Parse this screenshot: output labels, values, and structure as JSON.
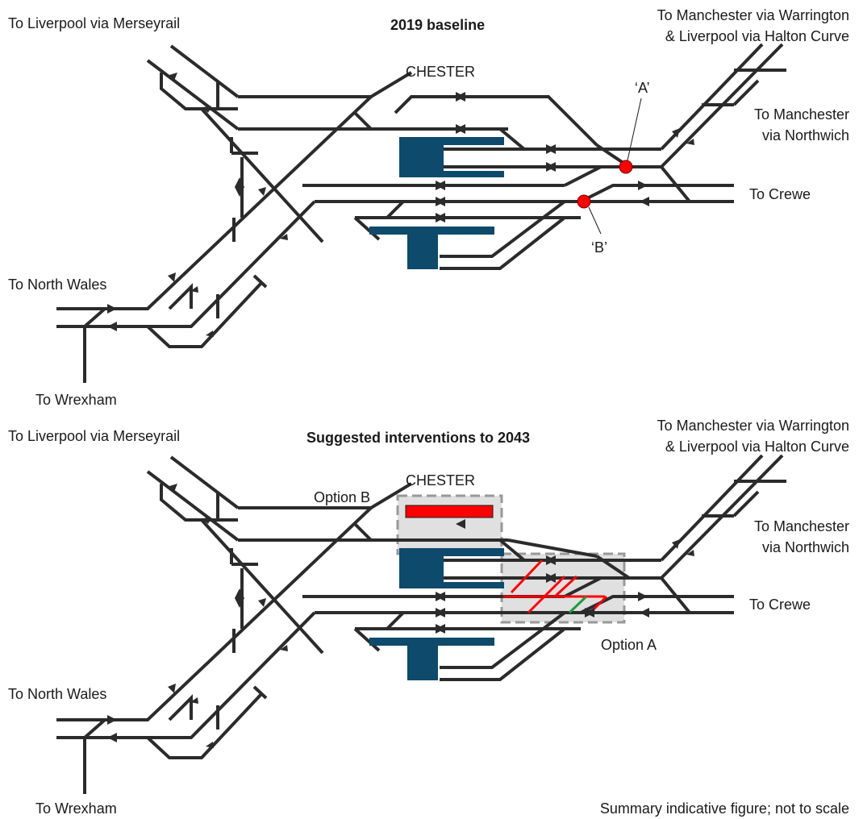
{
  "title": "",
  "note": "Summary indicative figure; not to scale",
  "colors": {
    "track": "#2b2b2b",
    "platform": "#0d4a6c",
    "conflict_point": "#ff0000",
    "new_platform": "#ff0000",
    "new_crossover": "#ff0000",
    "new_link": "#1a9e3a",
    "option_box_fill": "#e0e0e0",
    "option_box_border": "#999999"
  },
  "panels": [
    {
      "id": "baseline",
      "title": "2019 baseline",
      "station": "CHESTER",
      "labels": {
        "liverpool": "To Liverpool via Merseyrail",
        "manchester_warrington": "To Manchester via Warrington",
        "liverpool_halton": "& Liverpool via Halton Curve",
        "manchester_northwich": "To Manchester",
        "via_northwich": "via Northwich",
        "crewe": "To Crewe",
        "north_wales": "To North Wales",
        "wrexham": "To Wrexham"
      },
      "markers": [
        "‘A’",
        "‘B’"
      ]
    },
    {
      "id": "interventions",
      "title": "Suggested interventions to 2043",
      "station": "CHESTER",
      "labels": {
        "liverpool": "To Liverpool via Merseyrail",
        "manchester_warrington": "To Manchester via Warrington",
        "liverpool_halton": "& Liverpool via Halton Curve",
        "manchester_northwich": "To Manchester",
        "via_northwich": "via Northwich",
        "crewe": "To Crewe",
        "north_wales": "To North Wales",
        "wrexham": "To Wrexham"
      },
      "options": [
        "Option A",
        "Option B"
      ]
    }
  ]
}
